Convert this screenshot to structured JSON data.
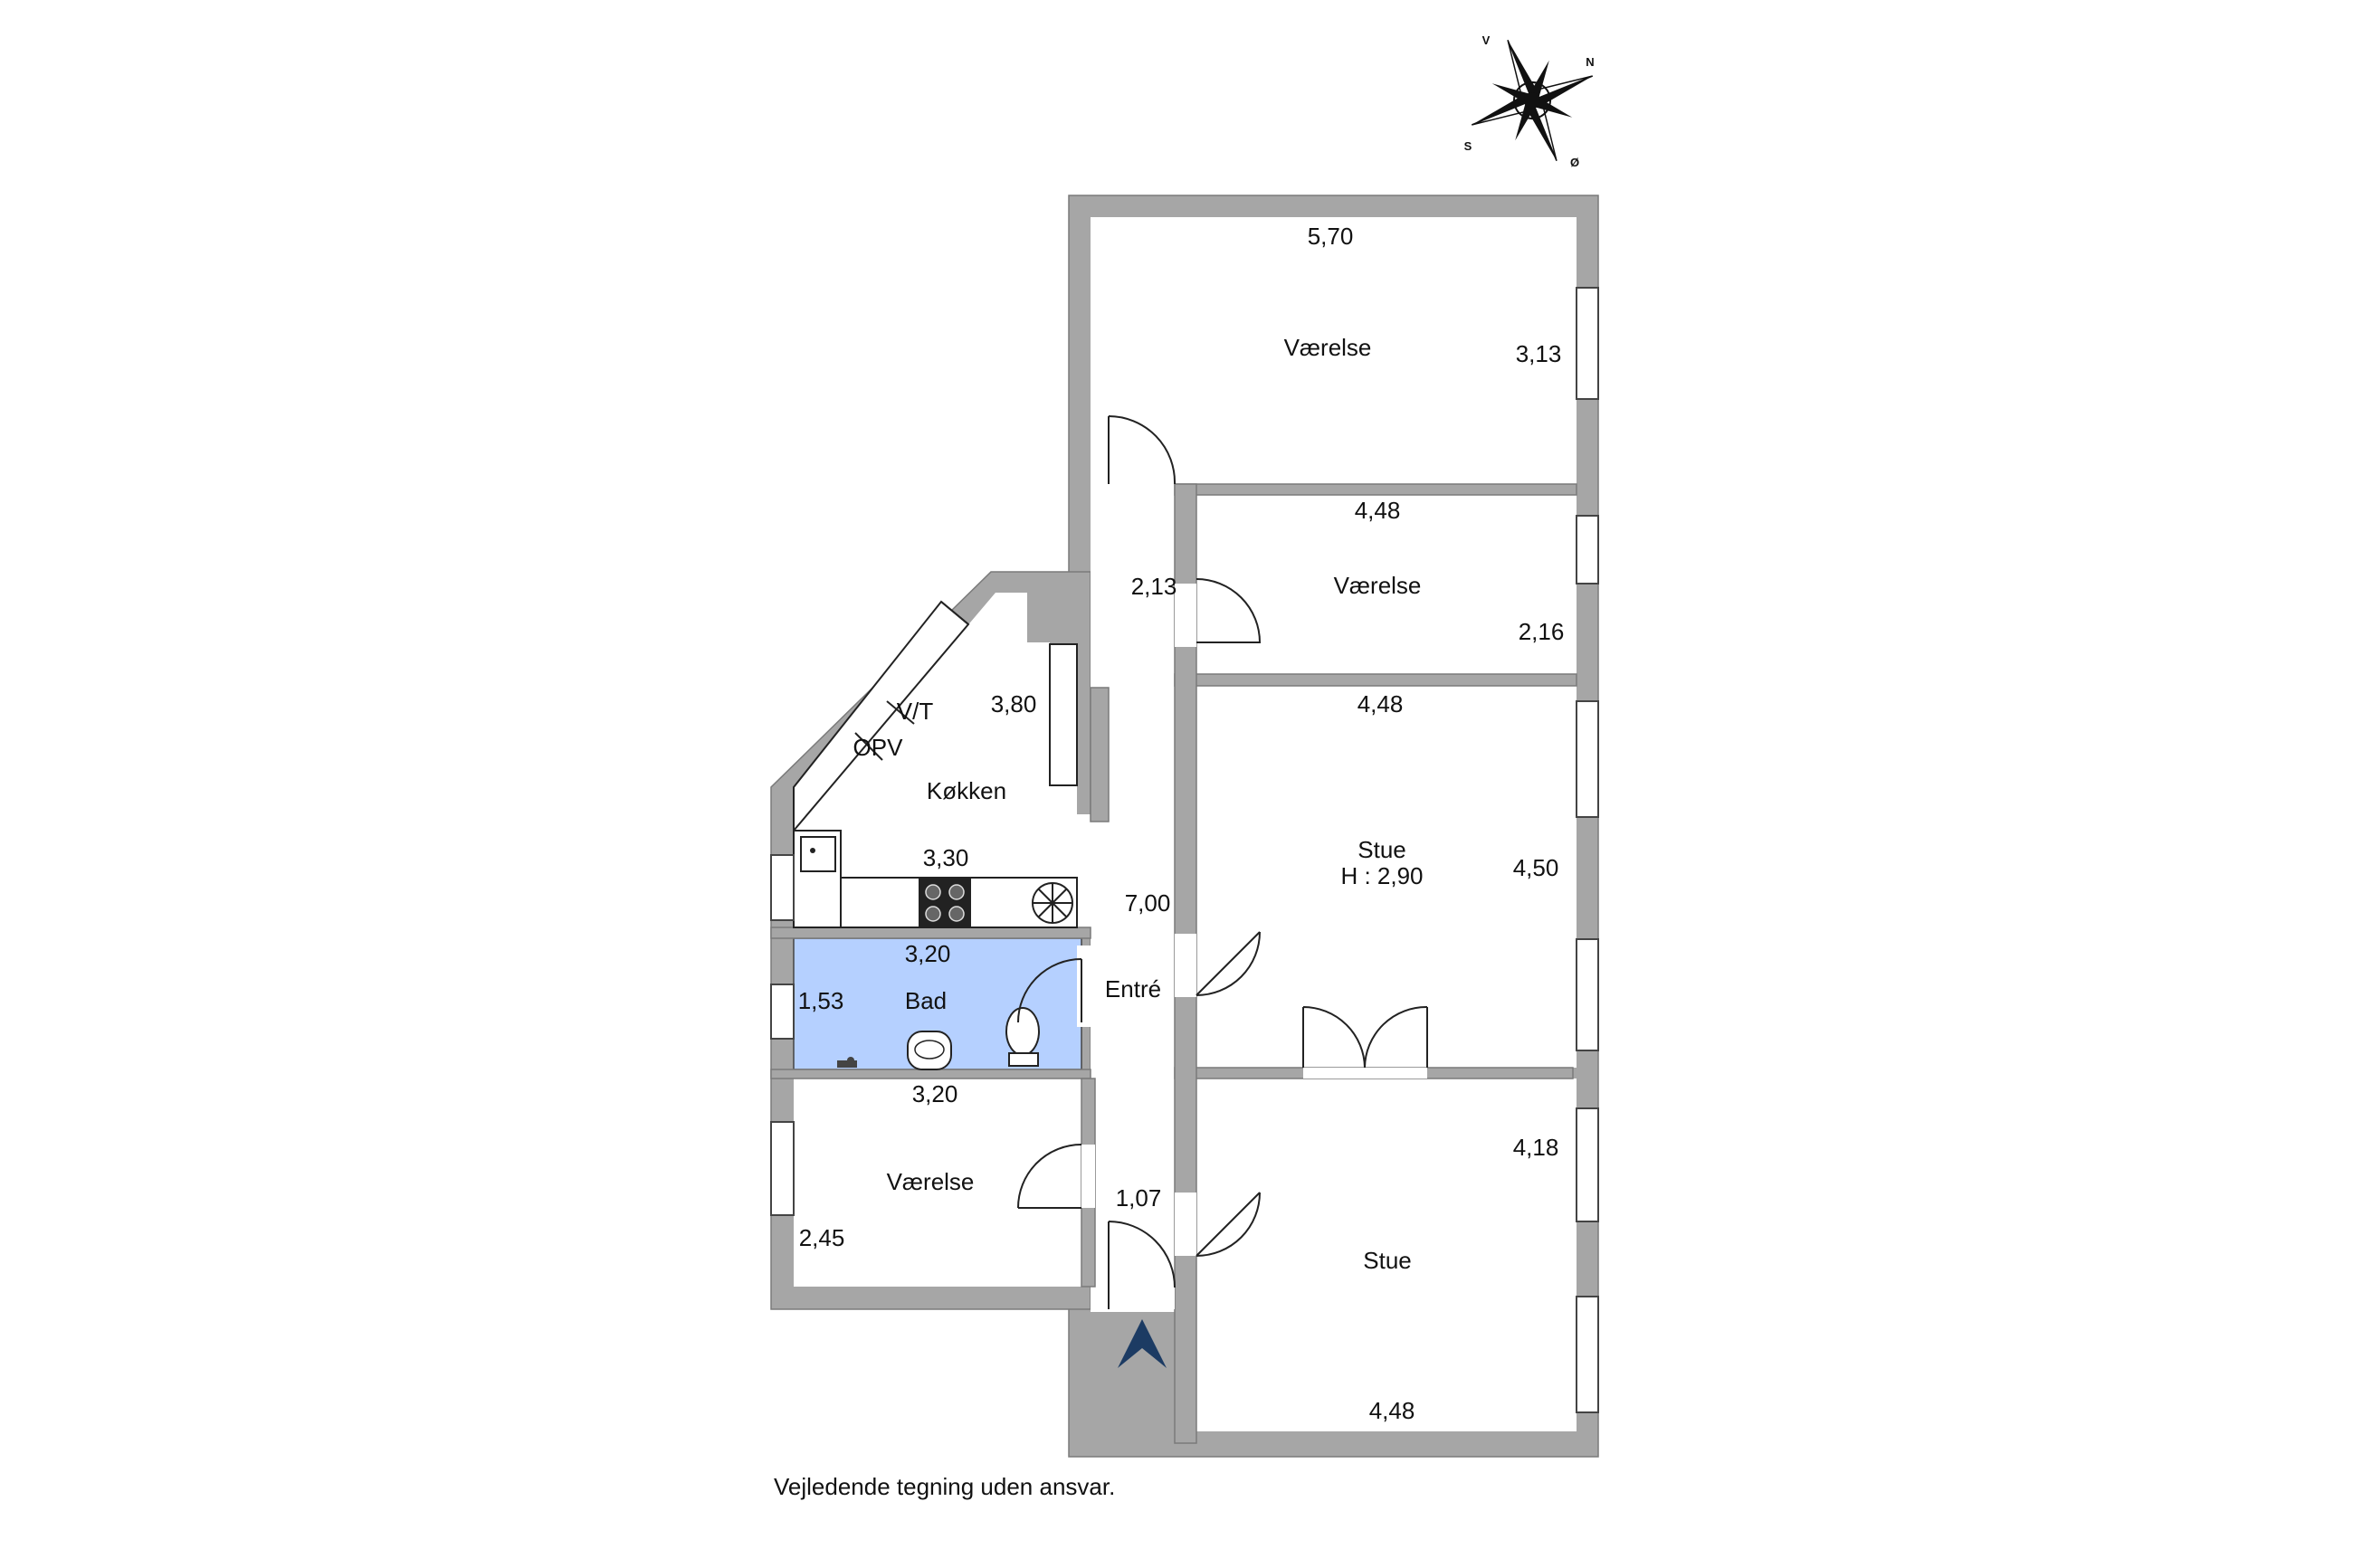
{
  "compass": {
    "north": "N",
    "south": "S",
    "east": "Ø",
    "west": "V"
  },
  "rooms": {
    "vaerelse_top": {
      "name": "Værelse",
      "width": "5,70",
      "depth": "3,13"
    },
    "vaerelse_mid": {
      "name": "Værelse",
      "width": "4,48",
      "depth": "2,16"
    },
    "stue_mid": {
      "name": "Stue",
      "height": "H : 2,90",
      "width": "4,48",
      "depth": "4,50"
    },
    "stue_bottom": {
      "name": "Stue",
      "width": "4,48",
      "depth": "4,18"
    },
    "koekken": {
      "name": "Køkken",
      "width": "3,30",
      "depth": "3,80",
      "vt": "V/T",
      "opv": "OPV"
    },
    "bad": {
      "name": "Bad",
      "width": "3,20",
      "depth": "1,53"
    },
    "vaerelse_left": {
      "name": "Værelse",
      "width": "3,20",
      "depth": "2,45"
    },
    "entre": {
      "name": "Entré",
      "length": "7,00",
      "hall_width": "2,13",
      "entry_width": "1,07"
    }
  },
  "colors": {
    "bathroom": "#b5d0ff",
    "walls": "#a6a6a6",
    "entrance_marker": "#1c3b63"
  },
  "disclaimer": "Vejledende tegning uden ansvar."
}
